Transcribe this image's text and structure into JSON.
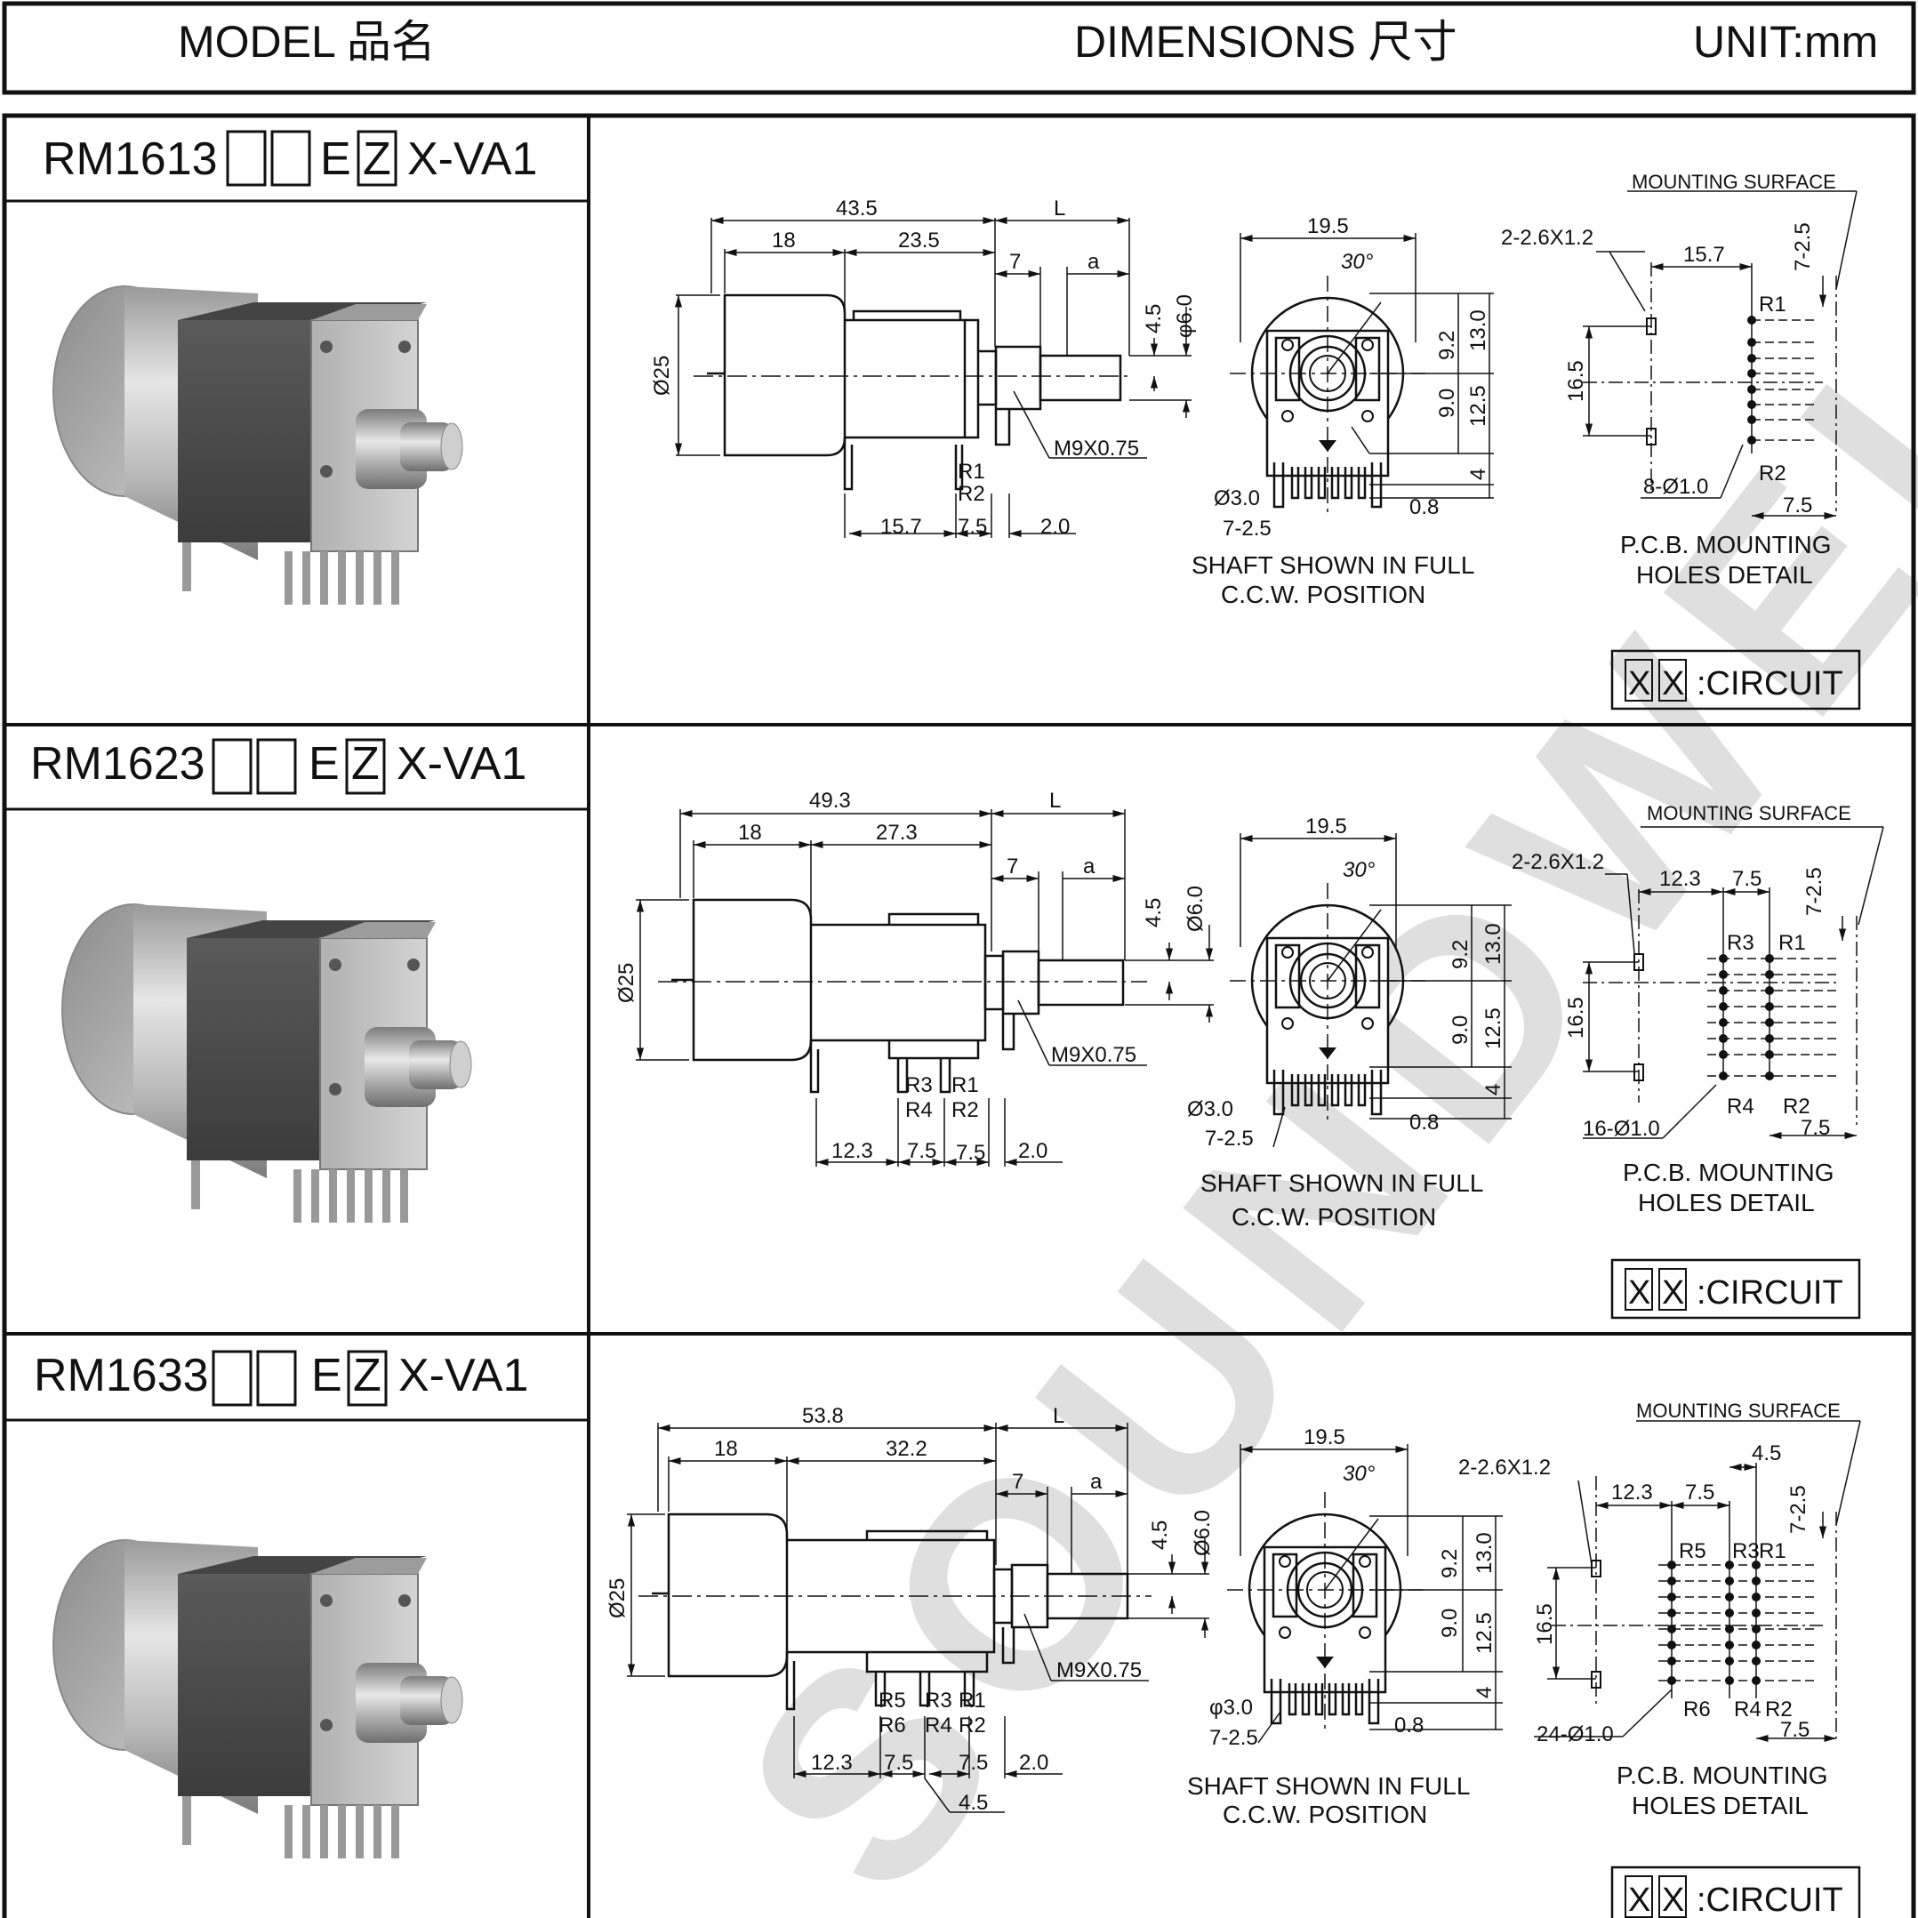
{
  "header": {
    "model_label": "MODEL 品名",
    "dimensions_label": "DIMENSIONS 尺寸",
    "unit_label": "UNIT:mm"
  },
  "sections": [
    {
      "model": {
        "prefix": "RM1613",
        "mid": "E",
        "boxed_letter": "Z",
        "suffix": "X-VA1"
      },
      "side": {
        "overall": "43.5",
        "body": "18",
        "bracket": "23.5",
        "shaft_len": "L",
        "bush": "7",
        "flat": "a",
        "flat_depth": "4.5",
        "shaft_dia": "φ6.0",
        "body_dia": "Ø25",
        "thread": "M9X0.75",
        "term_a": "R1",
        "term_b": "R2",
        "pin_offset": "15.7",
        "pin_pitch": "7.5",
        "pin_end": "2.0"
      },
      "front": {
        "width": "19.5",
        "angle": "30°",
        "h1": "9.2",
        "h2": "13.0",
        "h3": "9.0",
        "h4": "12.5",
        "h5": "4",
        "hole": "Ø3.0",
        "pitch": "7-2.5",
        "pin": "0.8",
        "caption1": "SHAFT SHOWN IN FULL",
        "caption2": "C.C.W. POSITION"
      },
      "pcb": {
        "mount_surface": "MOUNTING SURFACE",
        "slots": "2-2.6X1.2",
        "spacing": "15.7",
        "pitch": "7-2.5",
        "height": "16.5",
        "holes": "8-Ø1.0",
        "top_label": "R1",
        "bottom_label": "R2",
        "col_spacing": "7.5",
        "caption1": "P.C.B. MOUNTING",
        "caption2": "HOLES DETAIL"
      },
      "circuit": {
        "box1": "X",
        "box2": "X",
        "label": ":CIRCUIT"
      }
    },
    {
      "model": {
        "prefix": "RM1623",
        "mid": "E",
        "boxed_letter": "Z",
        "suffix": "X-VA1"
      },
      "side": {
        "overall": "49.3",
        "body": "18",
        "bracket": "27.3",
        "shaft_len": "L",
        "bush": "7",
        "flat": "a",
        "flat_depth": "4.5",
        "shaft_dia": "Ø6.0",
        "body_dia": "Ø25",
        "thread": "M9X0.75",
        "term_a": "R3",
        "term_b": "R1",
        "term_c": "R4",
        "term_d": "R2",
        "pin_offset": "12.3",
        "pin_pitch": "7.5",
        "pin_pitch2": "7.5",
        "pin_end": "2.0"
      },
      "front": {
        "width": "19.5",
        "angle": "30°",
        "h1": "9.2",
        "h2": "13.0",
        "h3": "9.0",
        "h4": "12.5",
        "h5": "4",
        "hole": "Ø3.0",
        "pitch": "7-2.5",
        "pin": "0.8",
        "caption1": "SHAFT SHOWN IN FULL",
        "caption2": "C.C.W. POSITION"
      },
      "pcb": {
        "mount_surface": "MOUNTING SURFACE",
        "slots": "2-2.6X1.2",
        "spacing": "12.3",
        "spacing2": "7.5",
        "pitch": "7-2.5",
        "height": "16.5",
        "holes": "16-Ø1.0",
        "top_labels": [
          "R3",
          "R1"
        ],
        "bottom_labels": [
          "R4",
          "R2"
        ],
        "col_spacing": "7.5",
        "caption1": "P.C.B. MOUNTING",
        "caption2": "HOLES DETAIL"
      },
      "circuit": {
        "box1": "X",
        "box2": "X",
        "label": ":CIRCUIT"
      }
    },
    {
      "model": {
        "prefix": "RM1633",
        "mid": "E",
        "boxed_letter": "Z",
        "suffix": "X-VA1"
      },
      "side": {
        "overall": "53.8",
        "body": "18",
        "bracket": "32.2",
        "shaft_len": "L",
        "bush": "7",
        "flat": "a",
        "flat_depth": "4.5",
        "shaft_dia": "Ø6.0",
        "body_dia": "Ø25",
        "thread": "M9X0.75",
        "labels_top": [
          "R5",
          "R3",
          "R1"
        ],
        "labels_bot": [
          "R6",
          "R4",
          "R2"
        ],
        "pin_offset": "12.3",
        "pin_pitch": "7.5",
        "pin_pitch2": "7.5",
        "pin_end": "2.0",
        "pin_extra": "4.5"
      },
      "front": {
        "width": "19.5",
        "angle": "30°",
        "h1": "9.2",
        "h2": "13.0",
        "h3": "9.0",
        "h4": "12.5",
        "h5": "4",
        "hole": "φ3.0",
        "pitch": "7-2.5",
        "pin": "0.8",
        "caption1": "SHAFT SHOWN IN FULL",
        "caption2": "C.C.W. POSITION"
      },
      "pcb": {
        "mount_surface": "MOUNTING SURFACE",
        "top_dim": "4.5",
        "slots": "2-2.6X1.2",
        "spacing": "12.3",
        "spacing2": "7.5",
        "pitch": "7-2.5",
        "height": "16.5",
        "holes": "24-Ø1.0",
        "top_labels": [
          "R5",
          "R3",
          "R1"
        ],
        "bottom_labels": [
          "R6",
          "R4",
          "R2"
        ],
        "col_spacing": "7.5",
        "caption1": "P.C.B. MOUNTING",
        "caption2": "HOLES DETAIL"
      },
      "circuit": {
        "box1": "X",
        "box2": "X",
        "label": ":CIRCUIT"
      }
    }
  ],
  "watermark": "SOUNDWELL"
}
